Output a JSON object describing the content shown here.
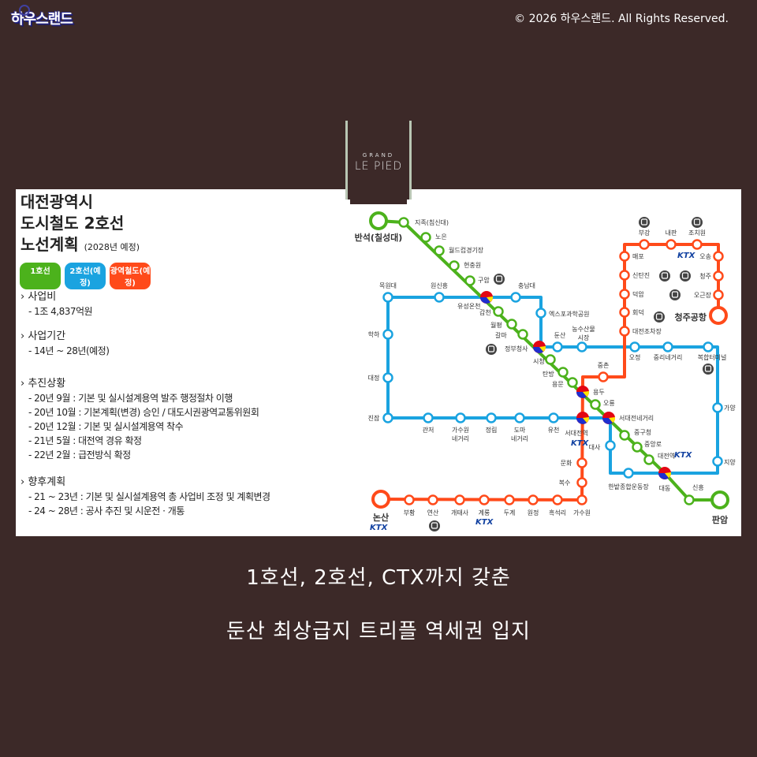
{
  "header": {
    "logo_text": "하우스랜드",
    "copyright": "© 2026 하우스랜드. All Rights Reserved."
  },
  "brand": {
    "grand": "GRAND",
    "name": "LE PIED"
  },
  "info": {
    "title_lines": [
      "대전광역시",
      "도시철도 2호선",
      "노선계획"
    ],
    "title_note": "(2028년 예정)",
    "legend": [
      {
        "label": "1호선",
        "color": "#4cb21c"
      },
      {
        "label": "2호선(예정)",
        "color": "#1aa3e0"
      },
      {
        "label": "광역철도(예정)",
        "color": "#ff4a1a"
      }
    ],
    "sections": [
      {
        "heading": "사업비",
        "items": [
          "- 1조 4,837억원"
        ]
      },
      {
        "heading": "사업기간",
        "items": [
          "- 14년 ~ 28년(예정)"
        ]
      },
      {
        "heading": "추진상황",
        "items": [
          "- 20년 9월 : 기본 및 실시설계용역 발주 행정절차 이행",
          "- 20년 10월 : 기본계획(변경) 승인 / 대도시권광역교통위원회",
          "- 20년 12월 : 기본 및 실시설계용역 착수",
          "- 21년 5월 : 대전역 경유 확정",
          "- 22년 2월 : 급전방식 확정"
        ]
      },
      {
        "heading": "향후계획",
        "items": [
          "- 21 ~ 23년 : 기본 및 실시설계용역 총 사업비 조정 및 계획변경",
          "- 24 ~ 28년 : 공사 추진 및 시운전 · 개통"
        ]
      }
    ]
  },
  "map": {
    "ktx_label": "KTX",
    "line1": [
      "반석(칠성대)",
      "지족(침신대)",
      "노은",
      "월드컵경기장",
      "현충원",
      "구암",
      "유성온천",
      "갑천",
      "월평",
      "갈마",
      "정부청사",
      "시청",
      "탄방",
      "용문",
      "용두",
      "오룡",
      "서대전네거리",
      "중구청",
      "중앙로",
      "대전역",
      "대동",
      "신흥",
      "판암"
    ],
    "line2": [
      "목원대",
      "원신흥",
      "충남대",
      "엑스포과학공원",
      "둔산",
      "농수산물\n시장",
      "오정",
      "중리네거리",
      "복합터미널",
      "가양",
      "지양",
      "한밭종합운동장",
      "대사",
      "서대전역",
      "유천",
      "도마\n네거리",
      "정림",
      "가수원\n네거리",
      "관저",
      "진잠",
      "대정",
      "학하"
    ],
    "rail": [
      "논산",
      "부황",
      "연산",
      "개태사",
      "계룡",
      "두계",
      "원정",
      "흑석리",
      "가수원",
      "복수",
      "문화",
      "중촌",
      "대전조차장",
      "회덕",
      "덕암",
      "신탄진",
      "매포",
      "부강",
      "내판",
      "조치원",
      "오송",
      "청주",
      "오근장",
      "청주공항"
    ],
    "colors": {
      "line1": "#4cb21c",
      "line2": "#1aa3e0",
      "rail": "#ff4a1a"
    }
  },
  "caption": [
    "1호선, 2호선, CTX까지 갖춘",
    "둔산 최상급지 트리플 역세권 입지"
  ]
}
